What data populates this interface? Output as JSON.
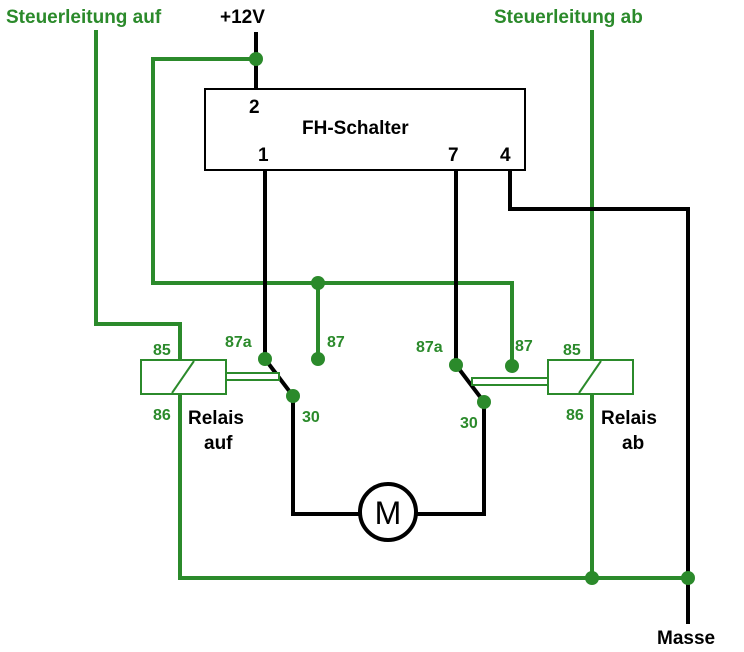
{
  "labels": {
    "steuer_auf": "Steuerleitung auf",
    "plus12v": "+12V",
    "steuer_ab": "Steuerleitung ab",
    "switch_name": "FH-Schalter",
    "pin_2": "2",
    "pin_1": "1",
    "pin_7": "7",
    "pin_4": "4",
    "relay_left": {
      "t85": "85",
      "t86": "86",
      "t87a": "87a",
      "t87": "87",
      "t30": "30",
      "name_line1": "Relais",
      "name_line2": "auf"
    },
    "relay_right": {
      "t85": "85",
      "t86": "86",
      "t87a": "87a",
      "t87": "87",
      "t30": "30",
      "name_line1": "Relais",
      "name_line2": "ab"
    },
    "motor": "M",
    "masse": "Masse"
  },
  "colors": {
    "control_wire": "#2b8a2b",
    "power_wire": "#000000"
  }
}
